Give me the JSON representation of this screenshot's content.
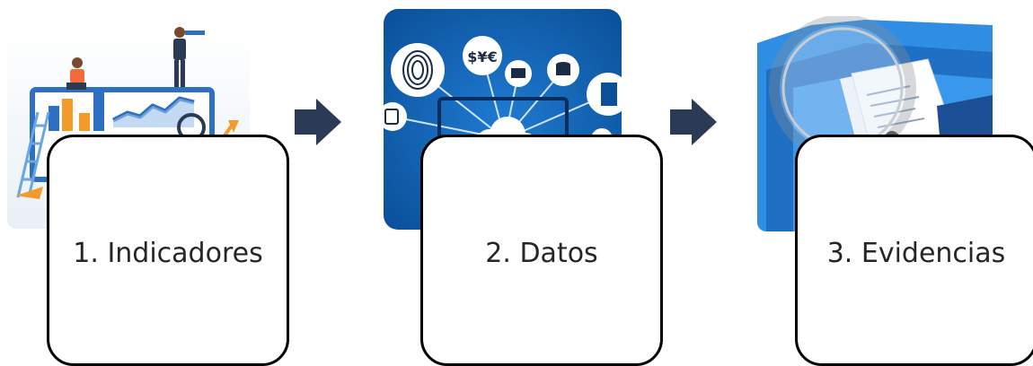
{
  "steps": [
    {
      "label": "1. Indicadores",
      "illustration_icon": "analytics-chart-icon"
    },
    {
      "label": "2. Datos",
      "illustration_icon": "cloud-data-network-icon"
    },
    {
      "label": "3. Evidencias",
      "illustration_icon": "magnifier-folders-icon"
    }
  ],
  "currency_symbols": "$¥€",
  "arrow_icon": "arrow-right-icon",
  "colors": {
    "arrow": "#2b3a55",
    "box_border": "#000000",
    "label_text": "#262626",
    "data_panel": "#0b5fb0",
    "chart_orange": "#f39a2b",
    "chart_blue": "#2d6fc2",
    "folder_blue": "#2f8de4"
  }
}
